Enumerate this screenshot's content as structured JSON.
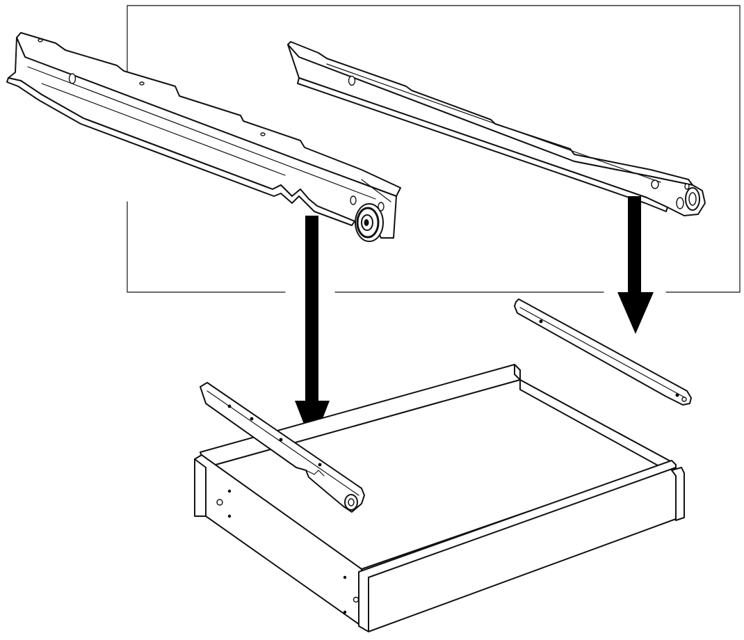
{
  "figure": {
    "background": "#ffffff",
    "ink_color": "#111111",
    "parts": [
      "drawer-slide-left",
      "drawer-slide-right",
      "drawer-runner-left",
      "drawer-runner-right",
      "drawer-box"
    ],
    "arrows": [
      "down-arrow-left",
      "down-arrow-right"
    ],
    "text_labels": []
  }
}
